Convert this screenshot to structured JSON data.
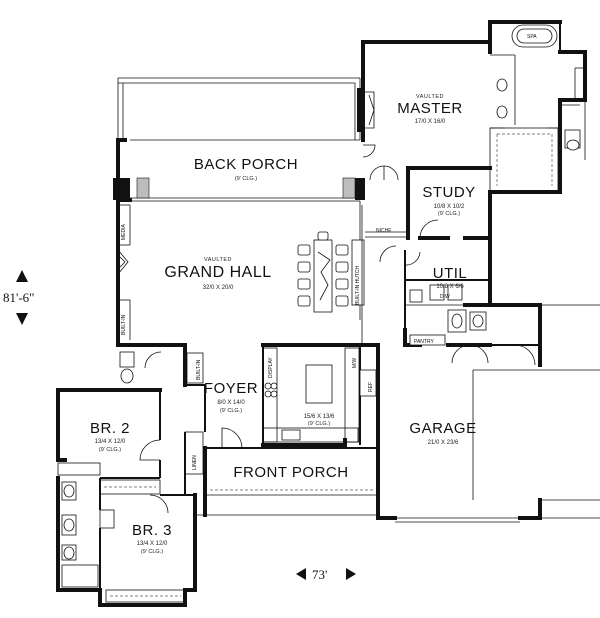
{
  "rooms": {
    "master": {
      "vault": "VAULTED",
      "name": "MASTER",
      "size": "17/0 X 16/0"
    },
    "spa": "SPA",
    "back_porch": {
      "name": "BACK PORCH",
      "clg": "(9' CLG.)"
    },
    "study": {
      "name": "STUDY",
      "size": "10/8 X 10/2",
      "clg": "(9' CLG.)"
    },
    "niche": "NICHE",
    "grand_hall": {
      "vault": "VAULTED",
      "name": "GRAND HALL",
      "size": "32/0 X 20/0"
    },
    "util": {
      "name": "UTIL",
      "size": "10/8 X 6/6"
    },
    "media": "MEDIA",
    "built_in_left": "BUILT-IN",
    "built_in_hutch": "BUILT-IN HUTCH",
    "dw": "D  W",
    "pantry": "PANTRY",
    "foyer": {
      "name": "FOYER",
      "size": "8/0 X 14/0",
      "clg": "(9' CLG.)"
    },
    "built_in_foyer": "BUILT-IN",
    "display": "DISPLAY",
    "kitchen": {
      "size": "15/6 X 13/6",
      "clg": "(9' CLG.)"
    },
    "mw": "M/W",
    "ref": "REF",
    "br2": {
      "name": "BR. 2",
      "size": "13/4 X 12/0",
      "clg": "(9' CLG.)"
    },
    "br3": {
      "name": "BR. 3",
      "size": "13/4 X 12/0",
      "clg": "(9' CLG.)"
    },
    "linen": "LINEN",
    "front_porch": {
      "name": "FRONT PORCH"
    },
    "garage": {
      "name": "GARAGE",
      "size": "21/0 X 23/6"
    }
  },
  "dimensions": {
    "depth": "81'-6\"",
    "width": "73'"
  }
}
